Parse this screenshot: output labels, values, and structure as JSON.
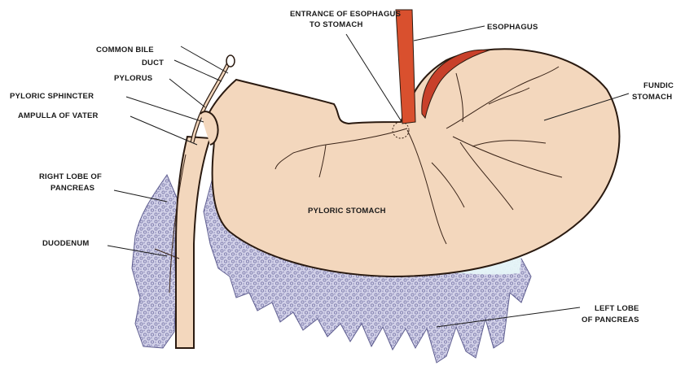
{
  "labels": {
    "entrance_line1": "ENTRANCE OF ESOPHAGUS",
    "entrance_line2": "TO STOMACH",
    "esophagus": "ESOPHAGUS",
    "common_bile_line1": "COMMON BILE",
    "common_bile_line2": "DUCT",
    "pylorus": "PYLORUS",
    "pyloric_sphincter": "PYLORIC SPHINCTER",
    "ampulla": "AMPULLA OF VATER",
    "fundic_line1": "FUNDIC",
    "fundic_line2": "STOMACH",
    "right_lobe_line1": "RIGHT LOBE OF",
    "right_lobe_line2": "PANCREAS",
    "pyloric_stomach": "PYLORIC STOMACH",
    "duodenum": "DUODENUM",
    "left_lobe_line1": "LEFT LOBE",
    "left_lobe_line2": "OF PANCREAS"
  },
  "colors": {
    "background": "#ffffff",
    "stomach_fill": "#f3d7bd",
    "esophagus": "#d9502e",
    "fundus_band": "#c8402a",
    "pancreas_fill": "#c9c8e2",
    "pancreas_light": "#e4f4f8",
    "duodenum_fill": "#f3d7bd",
    "outline": "#2a1a10"
  }
}
